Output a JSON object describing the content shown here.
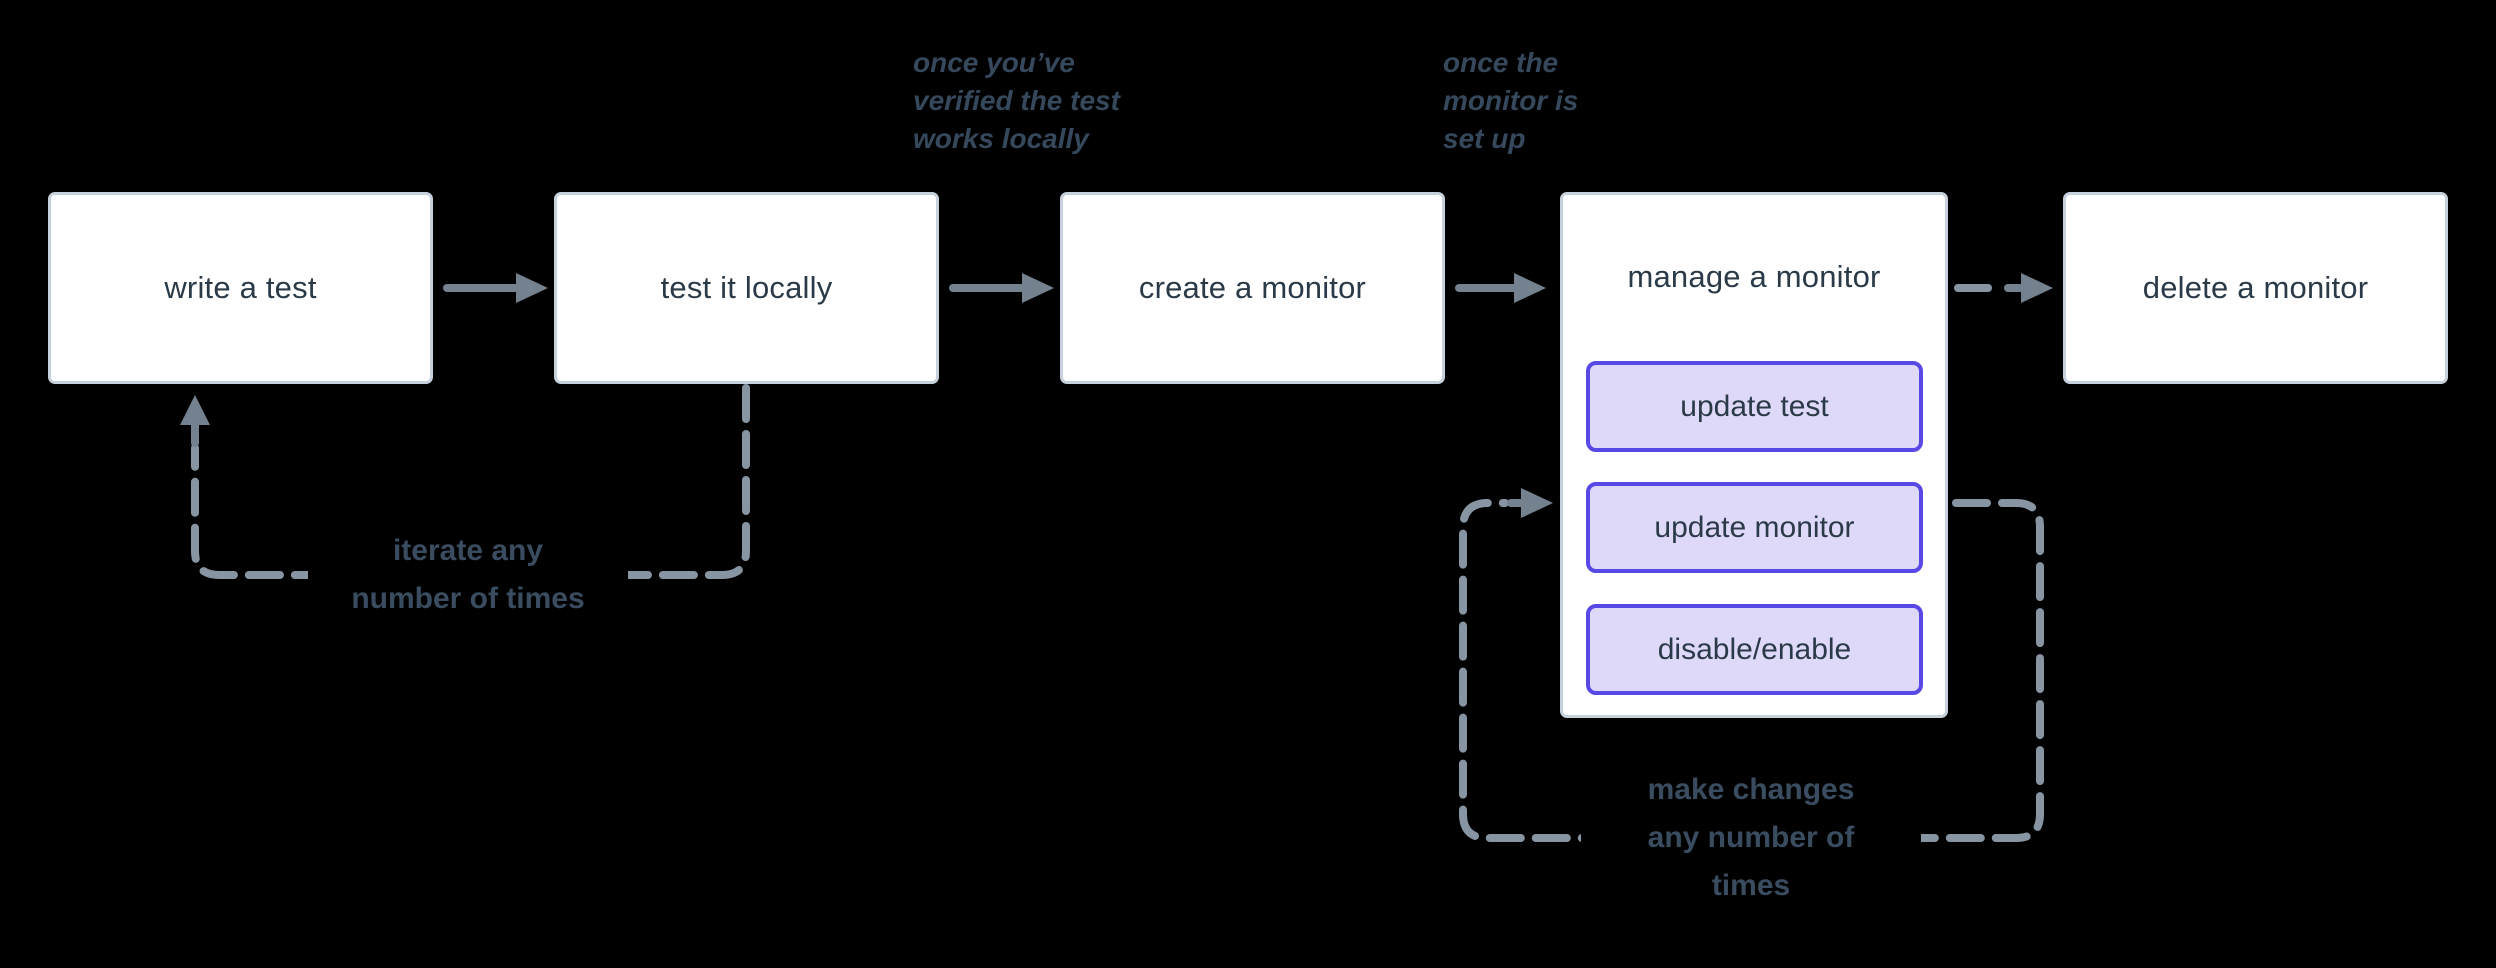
{
  "diagram": {
    "title_implicit": "",
    "background_color": "#000000",
    "nodes": [
      {
        "id": "write-test",
        "label": "write a test"
      },
      {
        "id": "test-locally",
        "label": "test it locally"
      },
      {
        "id": "create-monitor",
        "label": "create a monitor"
      },
      {
        "id": "manage-monitor",
        "label": "manage a monitor",
        "children": [
          {
            "id": "update-test",
            "label": "update test"
          },
          {
            "id": "update-monitor",
            "label": "update monitor"
          },
          {
            "id": "disable-enable",
            "label": "disable/enable"
          }
        ]
      },
      {
        "id": "delete-monitor",
        "label": "delete a monitor"
      }
    ],
    "edges": [
      {
        "from": "write-test",
        "to": "test-locally",
        "style": "solid"
      },
      {
        "from": "test-locally",
        "to": "create-monitor",
        "style": "solid"
      },
      {
        "from": "create-monitor",
        "to": "manage-monitor",
        "style": "solid"
      },
      {
        "from": "manage-monitor",
        "to": "delete-monitor",
        "style": "dashed"
      },
      {
        "from": "test-locally",
        "to": "write-test",
        "style": "dashed-loop",
        "label_ref": "iterate-label"
      },
      {
        "from": "manage-monitor",
        "to": "manage-monitor",
        "style": "dashed-loop",
        "label_ref": "make-changes-label"
      }
    ],
    "annotations": [
      {
        "id": "verified-note",
        "lines": [
          "once you’ve",
          "verified the test",
          "works locally"
        ]
      },
      {
        "id": "setup-note",
        "lines": [
          "once the",
          "monitor is",
          "set up"
        ]
      }
    ],
    "loop_labels": [
      {
        "id": "iterate-label",
        "lines": [
          "iterate any",
          "number of times"
        ]
      },
      {
        "id": "make-changes-label",
        "lines": [
          "make changes",
          "any number of",
          "times"
        ]
      }
    ],
    "colors": {
      "background": "#000000",
      "node_fill": "#ffffff",
      "node_border": "#c6d1dc",
      "node_text": "#2b3a48",
      "subnode_fill": "#dfd9f9",
      "subnode_border": "#5848e5",
      "solid_arrow": "#74818e",
      "dashed_line": "#8795a3",
      "annotation_text": "#35485c",
      "loop_label_text": "#3a4d60"
    }
  }
}
